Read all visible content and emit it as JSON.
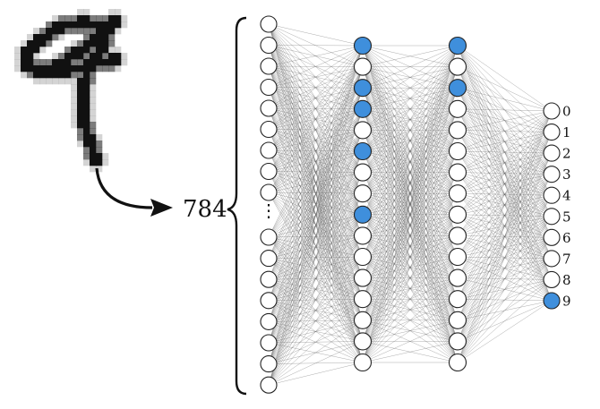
{
  "input_count_label": "784",
  "ellipsis": "⋮",
  "colors": {
    "active": "#3f8fdc",
    "node_fill": "#ffffff",
    "node_stroke": "#222222",
    "edge": "#555555",
    "digit_ink": "#111111"
  },
  "input_digit": {
    "shown_digit": "handwritten-nine"
  },
  "layers": [
    {
      "name": "input",
      "nodes_above_ellipsis": 9,
      "nodes_below_ellipsis": 8
    },
    {
      "name": "hidden-1",
      "nodes": 16,
      "active": [
        0,
        2,
        3,
        5,
        8
      ]
    },
    {
      "name": "hidden-2",
      "nodes": 16,
      "active": [
        0,
        2
      ]
    },
    {
      "name": "output",
      "nodes": 10,
      "active": [
        9
      ]
    }
  ],
  "output_labels": [
    "0",
    "1",
    "2",
    "3",
    "4",
    "5",
    "6",
    "7",
    "8",
    "9"
  ]
}
